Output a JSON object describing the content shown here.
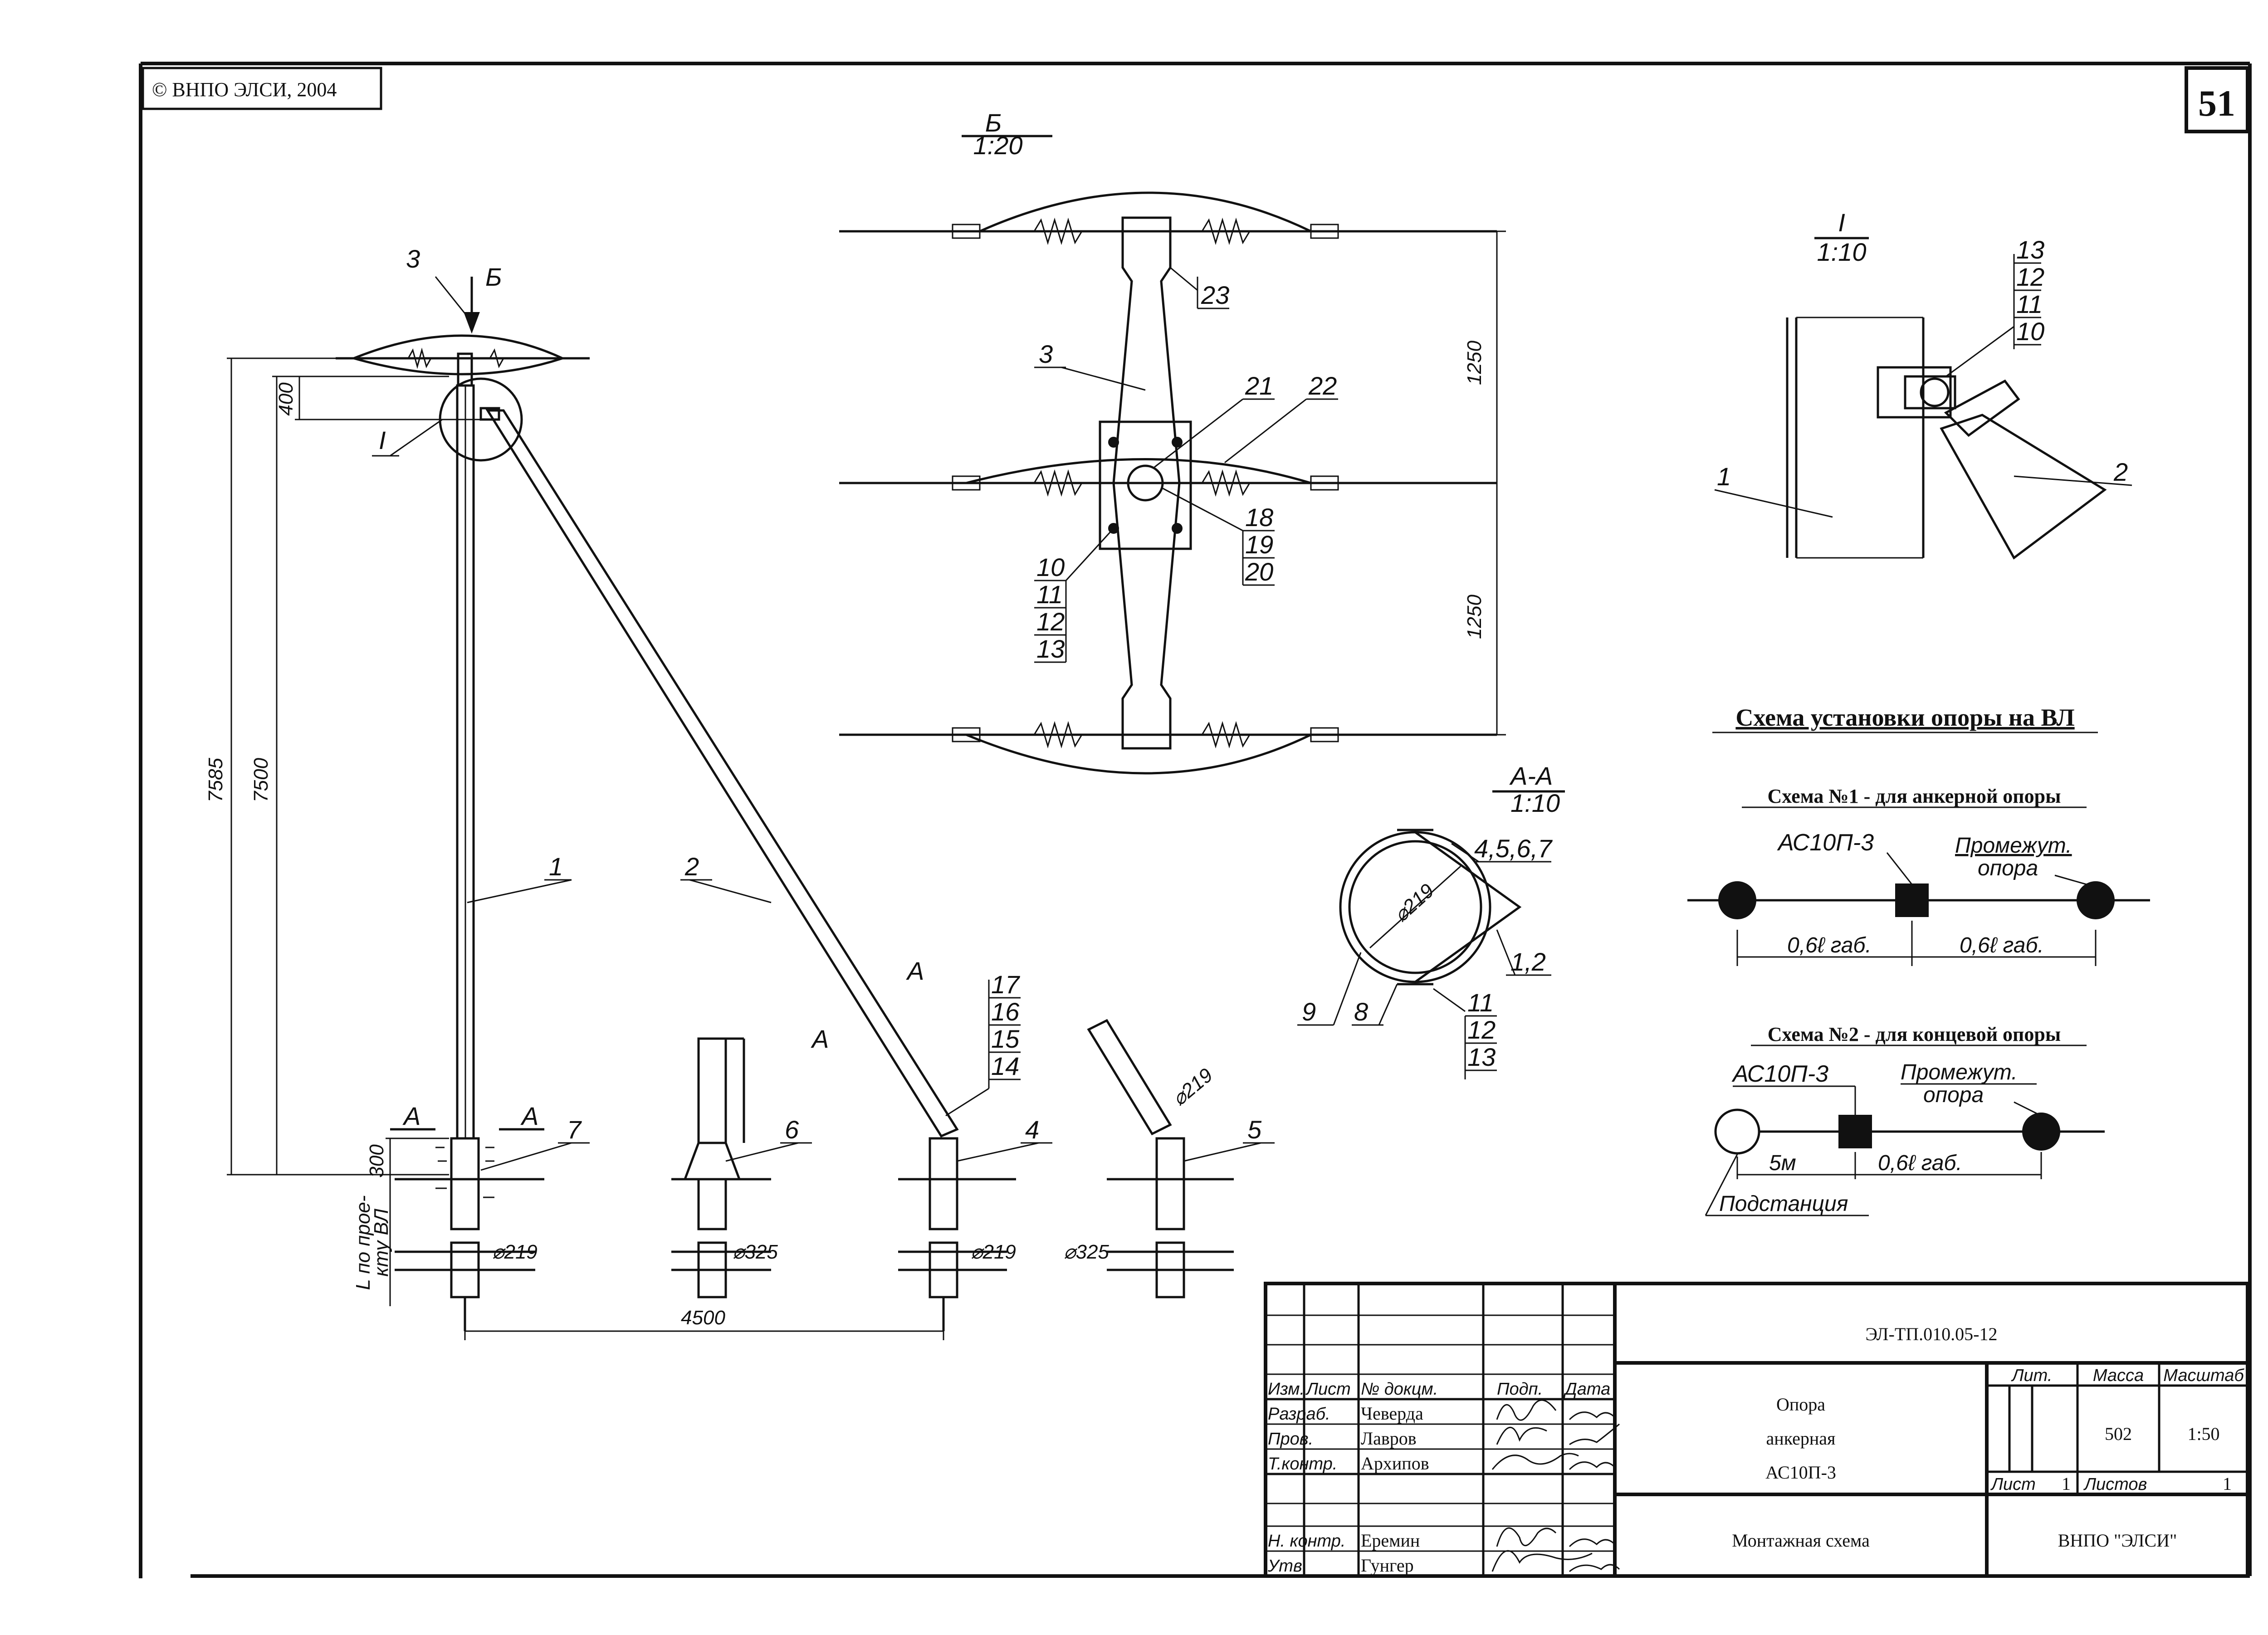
{
  "header": {
    "copyright": "© ВНПО ЭЛСИ, 2004",
    "sheet_number": "51"
  },
  "view_b": {
    "title": "Б",
    "scale": "1:20"
  },
  "detail_i": {
    "title": "I",
    "scale": "1:10"
  },
  "section_aa": {
    "title": "А-А",
    "scale": "1:10",
    "diameter": "⌀219"
  },
  "main_view": {
    "arrow_b": "Б",
    "detail_marker": "I",
    "section_a": "А",
    "dim_total": "7585",
    "dim_height": "7500",
    "dim_top": "400",
    "dim_base": "300",
    "dim_span": "4500",
    "depth_note_line1": "L по прое-",
    "depth_note_line2": "кту ВЛ",
    "diam_219": "⌀219",
    "diam_325": "⌀325"
  },
  "view_b_dims": {
    "upper": "1250",
    "lower": "1250"
  },
  "part_labels": {
    "p1": "1",
    "p2": "2",
    "p3": "3",
    "p4": "4",
    "p5": "5",
    "p6": "6",
    "p7": "7",
    "p8": "8",
    "p9": "9",
    "p10": "10",
    "p11": "11",
    "p12": "12",
    "p13": "13",
    "p14": "14",
    "p15": "15",
    "p16": "16",
    "p17": "17",
    "p18": "18",
    "p19": "19",
    "p20": "20",
    "p21": "21",
    "p22": "22",
    "p23": "23",
    "p4567": "4,5,6,7",
    "p12b": "1,2"
  },
  "install_scheme": {
    "title": "Схема установки опоры на ВЛ",
    "scheme1_title": "Схема №1 - для анкерной опоры",
    "scheme2_title": "Схема №2 - для концевой опоры",
    "support": "АС10П-3",
    "intermediate_line1": "Промежут.",
    "intermediate_line2": "опора",
    "span_label": "0,6ℓ габ.",
    "five_m": "5м",
    "substation": "Подстанция"
  },
  "title_block": {
    "doc_code": "ЭЛ-ТП.010.05-12",
    "name_line1": "Опора",
    "name_line2": "анкерная",
    "name_line3": "АС10П-3",
    "sheet_title": "Монтажная схема",
    "org": "ВНПО \"ЭЛСИ\"",
    "lit_label": "Лит.",
    "mass_label": "Масса",
    "scale_label": "Масштаб",
    "mass": "502",
    "scale": "1:50",
    "sheet_label": "Лист",
    "sheet": "1",
    "sheets_label": "Листов",
    "sheets": "1",
    "cols": {
      "izm": "Изм.",
      "list": "Лист",
      "doc": "№ докцм.",
      "sign": "Подп.",
      "date": "Дата"
    },
    "rows": [
      {
        "role": "Разраб.",
        "name": "Чеверда"
      },
      {
        "role": "Пров.",
        "name": "Лавров"
      },
      {
        "role": "Т.контр.",
        "name": "Архипов"
      },
      {
        "role": "Н. контр.",
        "name": "Еремин"
      },
      {
        "role": "Утв.",
        "name": "Гунгер"
      }
    ]
  }
}
